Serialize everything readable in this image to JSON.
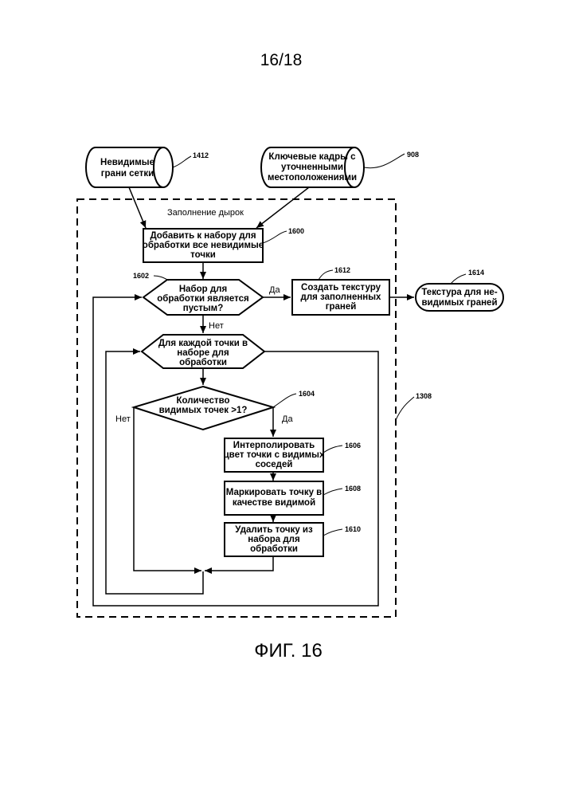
{
  "page": {
    "number": "16/18",
    "figure_label": "ФИГ. 16"
  },
  "inputs": {
    "invisible_faces": {
      "line1": "Невидимые",
      "line2": "грани сетки",
      "ref": "1412"
    },
    "keyframes": {
      "line1": "Ключевые кадры с",
      "line2": "уточненными",
      "line3": "местоположениями",
      "ref": "908"
    }
  },
  "region": {
    "title": "Заполнение дырок",
    "ref": "1308"
  },
  "steps": {
    "add_points": {
      "line1": "Добавить к набору для",
      "line2": "обработки все невидимые",
      "line3": "точки",
      "ref": "1600"
    },
    "set_empty": {
      "line1": "Набор для",
      "line2": "обработки является",
      "line3": "пустым?",
      "ref": "1602"
    },
    "create_texture": {
      "line1": "Создать текстуру",
      "line2": "для заполненных",
      "line3": "граней",
      "ref": "1612"
    },
    "output_texture": {
      "line1": "Текстура для не-",
      "line2": "видимых граней",
      "ref": "1614"
    },
    "for_each": {
      "line1": "Для каждой точки в",
      "line2": "наборе для",
      "line3": "обработки"
    },
    "visible_count": {
      "line1": "Количество",
      "line2": "видимых точек >1?",
      "ref": "1604"
    },
    "interpolate": {
      "line1": "Интерполировать",
      "line2": "цвет точки с видимых",
      "line3": "соседей",
      "ref": "1606"
    },
    "mark_visible": {
      "line1": "Маркировать точку в",
      "line2": "качестве видимой",
      "ref": "1608"
    },
    "remove_point": {
      "line1": "Удалить точку из",
      "line2": "набора для",
      "line3": "обработки",
      "ref": "1610"
    }
  },
  "edge_labels": {
    "yes_1602": "Да",
    "no_1602": "Нет",
    "yes_1604": "Да",
    "no_1604": "Нет"
  }
}
